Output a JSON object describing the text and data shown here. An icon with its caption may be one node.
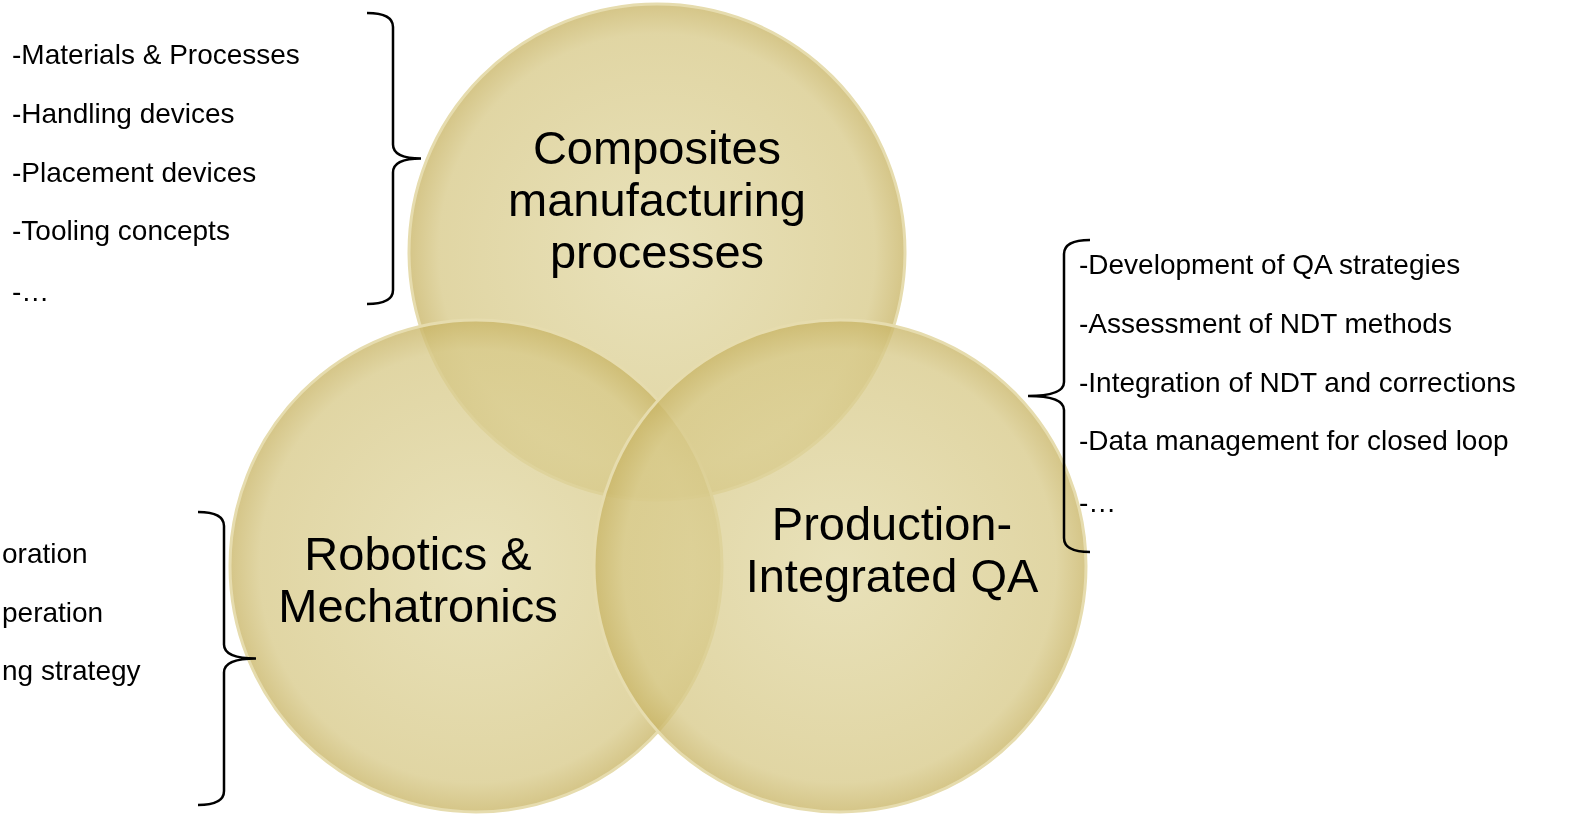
{
  "diagram": {
    "nodes": [
      {
        "text": [
          "Composites manufacturing processes"
        ]
      },
      {
        "text": [
          "Robotics & Mechatronics"
        ]
      },
      {
        "text": [
          "Production-Integrated QA"
        ]
      }
    ],
    "labels": [
      "-Materials & Processes",
      "-Handling devices",
      "-Placement devices",
      "-Tooling concepts",
      "-…",
      "-Development of QA strategies",
      "-Assessment of NDT methods",
      "-Integration of NDT and corrections",
      "-Data management for closed loop",
      "-…",
      "oration",
      "peration",
      "ng strategy"
    ]
  }
}
